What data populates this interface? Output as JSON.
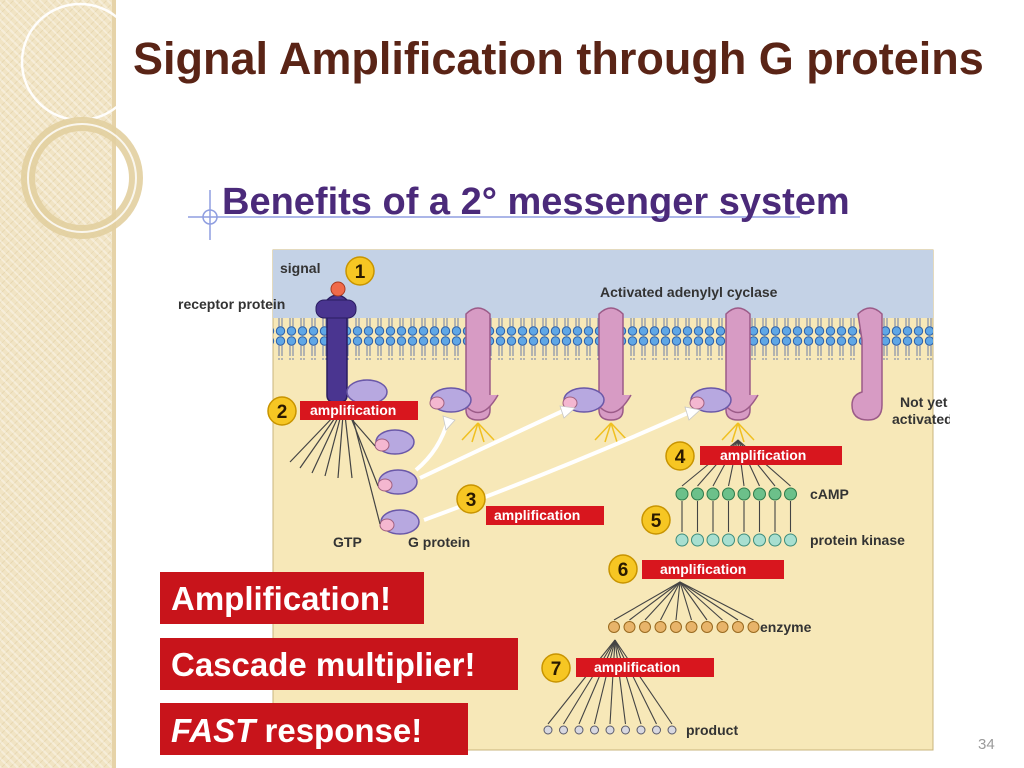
{
  "slide": {
    "title": "Signal Amplification through G proteins",
    "page_number": "34"
  },
  "diagram": {
    "heading": "Benefits of a 2° messenger system",
    "labels": {
      "signal": "signal",
      "receptor_protein": "receptor protein",
      "activated_adenylyl_cyclase": "Activated adenylyl cyclase",
      "not_yet": "Not yet",
      "activated": "activated",
      "gtp": "GTP",
      "g_protein": "G protein",
      "camp": "cAMP",
      "protein_kinase": "protein kinase",
      "enzyme": "enzyme",
      "product": "product"
    },
    "steps": [
      {
        "number": "1"
      },
      {
        "number": "2",
        "tag": "amplification"
      },
      {
        "number": "3",
        "tag": "amplification"
      },
      {
        "number": "4",
        "tag": "amplification"
      },
      {
        "number": "5"
      },
      {
        "number": "6",
        "tag": "amplification"
      },
      {
        "number": "7",
        "tag": "amplification"
      }
    ]
  },
  "callouts": {
    "amplification": "Amplification!",
    "cascade": "Cascade multiplier!",
    "fast_word": "FAST",
    "fast_rest": " response!"
  },
  "colors": {
    "title": "#5a2416",
    "heading": "#4b2a7a",
    "cytoplasm": "#f7e8b8",
    "membrane": "#b8c8e0",
    "receptor": "#4a3590",
    "adenylyl_cyclase": "#d79bc4",
    "g_protein": "#b7a8e0",
    "step_circle": "#f6c623",
    "amplification_tag": "#d8161e",
    "camp": "#6cc08a",
    "protein_kinase": "#a8dfd0",
    "enzyme": "#e8b46a",
    "callout": "#c8141b"
  }
}
